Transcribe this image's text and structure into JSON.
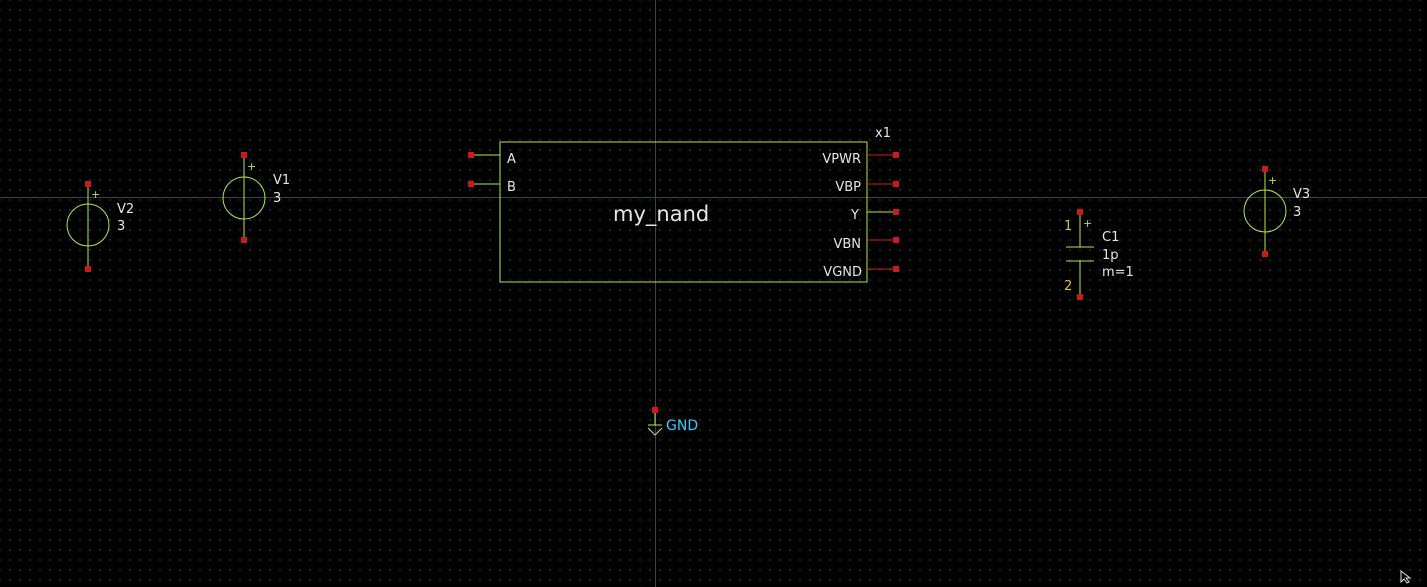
{
  "schematic": {
    "symbol": {
      "name": "my_nand",
      "instance": "x1",
      "pins_left": [
        "A",
        "B"
      ],
      "pins_right": [
        "VPWR",
        "VBP",
        "Y",
        "VBN",
        "VGND"
      ]
    },
    "sources": [
      {
        "name": "V2",
        "value": "3"
      },
      {
        "name": "V1",
        "value": "3"
      },
      {
        "name": "V3",
        "value": "3"
      }
    ],
    "capacitor": {
      "name": "C1",
      "value": "1p",
      "multiplier": "m=1",
      "pin1": "1",
      "pin2": "2"
    },
    "ground": {
      "label": "GND"
    }
  },
  "colors": {
    "background": "#000000",
    "wire": "#b7e64c",
    "pin": "#cc1a1a",
    "text": "#e6e6e6",
    "net_label": "#33ccff",
    "pin_number": "#e0c030"
  }
}
